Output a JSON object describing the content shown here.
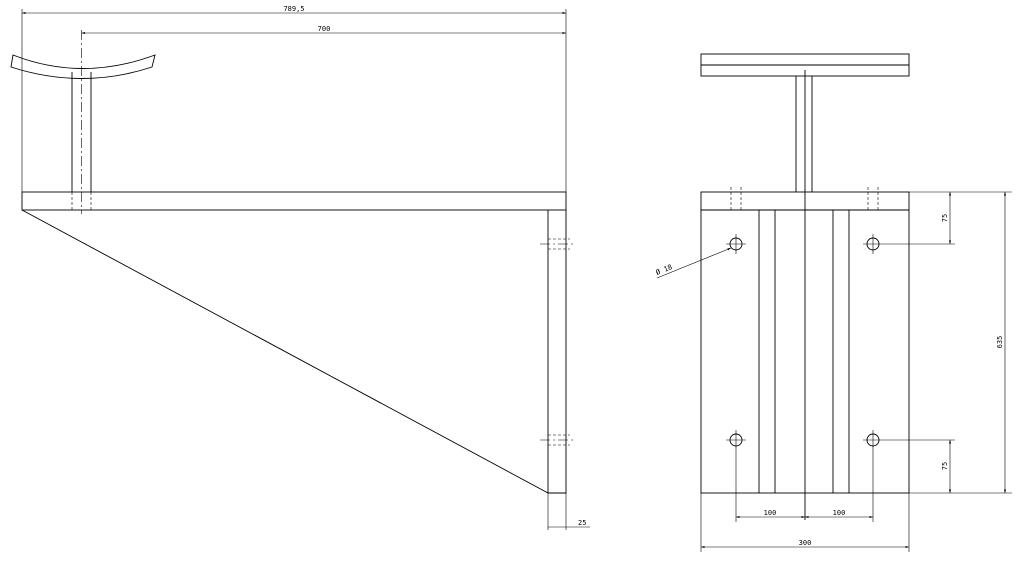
{
  "side_view": {
    "dim_overall_length": "789,5",
    "dim_post_to_end": "700",
    "dim_plate_thickness": "25"
  },
  "front_view": {
    "dim_hole_diameter": "Ø 18",
    "dim_top_offset": "75",
    "dim_bottom_offset": "75",
    "dim_plate_height": "635",
    "dim_left_spacing": "100",
    "dim_right_spacing": "100",
    "dim_plate_width": "300"
  },
  "colors": {
    "line": "#000000",
    "background": "#ffffff"
  }
}
